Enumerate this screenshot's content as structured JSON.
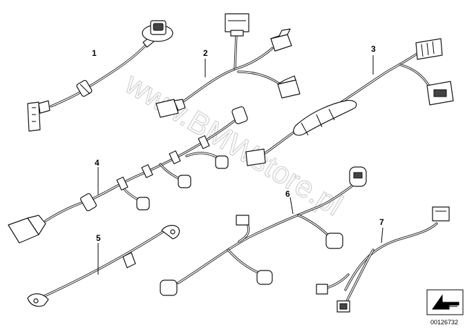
{
  "diagram": {
    "watermark": "www.BMWstore.pl",
    "part_labels": [
      "1",
      "2",
      "3",
      "4",
      "5",
      "6",
      "7"
    ],
    "drawing_number": "00126732",
    "icons": [
      "arrow-corner-icon"
    ]
  }
}
